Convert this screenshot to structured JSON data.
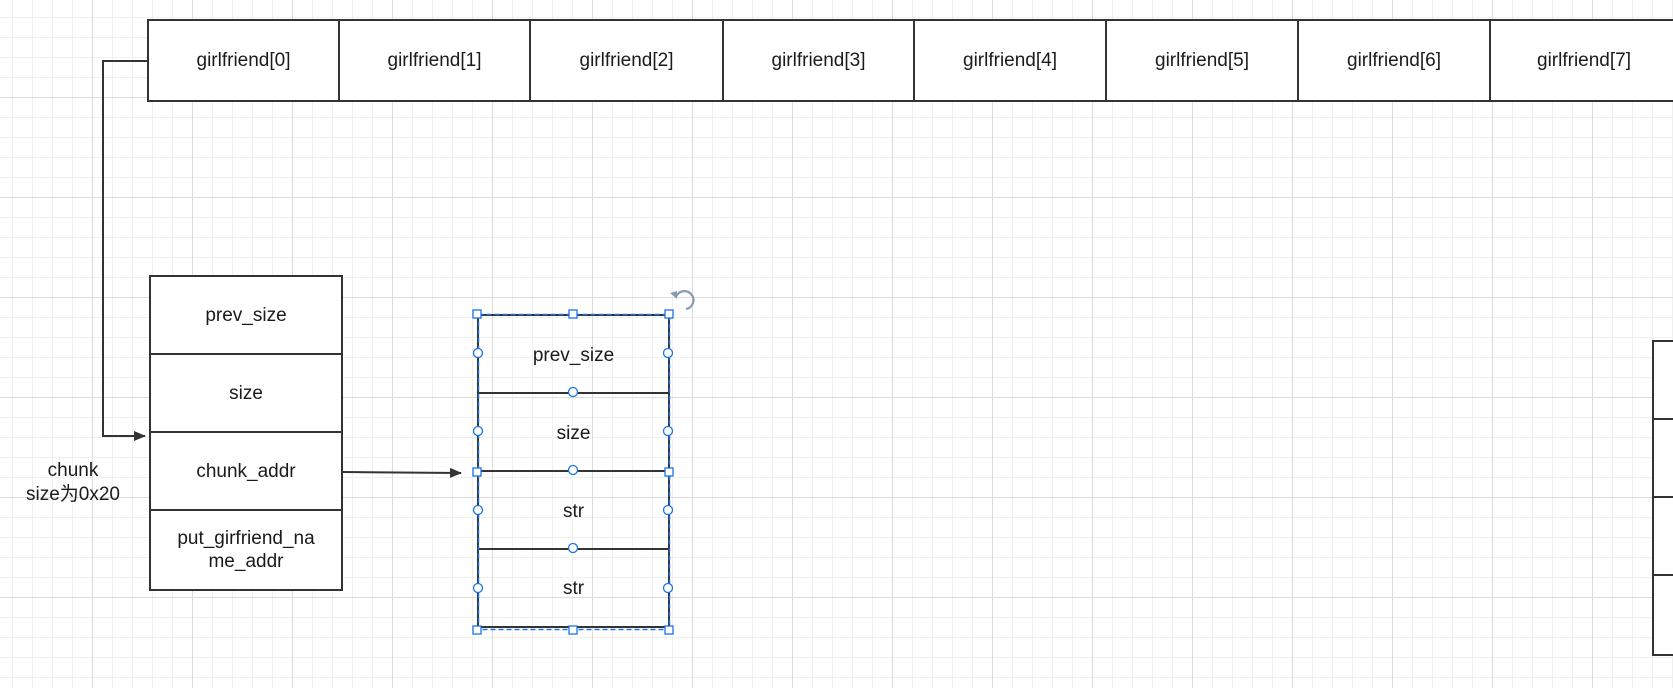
{
  "array": {
    "items": [
      "girlfriend[0]",
      "girlfriend[1]",
      "girlfriend[2]",
      "girlfriend[3]",
      "girlfriend[4]",
      "girlfriend[5]",
      "girlfriend[6]",
      "girlfriend[7]"
    ]
  },
  "chunk_a": {
    "fields": [
      "prev_size",
      "size",
      "chunk_addr",
      "put_girfriend_na\nme_addr"
    ]
  },
  "chunk_b": {
    "fields": [
      "prev_size",
      "size",
      "str",
      "str"
    ]
  },
  "chunk_label": "chunk\nsize为0x20",
  "colors": {
    "stroke": "#333333",
    "selection": "#1a73e8",
    "grid": "#dcdcdc"
  }
}
